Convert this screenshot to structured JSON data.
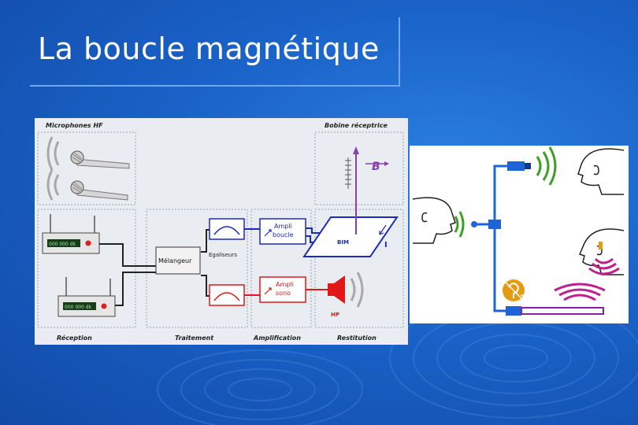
{
  "slide": {
    "title": "La boucle magnétique"
  },
  "diagram": {
    "top_labels": {
      "microphones": "Microphones HF",
      "bobine": "Bobine réceptrice"
    },
    "bottom_labels": {
      "reception": "Réception",
      "traitement": "Traitement",
      "amplification": "Amplification",
      "restitution": "Restitution"
    },
    "receiver_displays": {
      "top": "000 000 dk",
      "bottom": "000 000 dk"
    },
    "blocks": {
      "melangeur": "Mélangeur",
      "egaliseurs": "Egaliseurs",
      "ampli_boucle_line1": "Ampli",
      "ampli_boucle_line2": "boucle",
      "ampli_sono_line1": "Ampli",
      "ampli_sono_line2": "sono",
      "bim": "BIM",
      "hp": "HP",
      "b_field": "B",
      "current": "I"
    },
    "colors": {
      "loop_path": "#1a2bb8",
      "sono_path": "#e01818",
      "bobine_arrow": "#8a3fb0"
    }
  },
  "illustration": {
    "t_badge": "T",
    "colors": {
      "wire": "#1e64d8",
      "waves_green": "#3aa024",
      "waves_magenta": "#c0208c",
      "badge": "#e59a12",
      "loop_bar": "#8a1fa0"
    }
  }
}
